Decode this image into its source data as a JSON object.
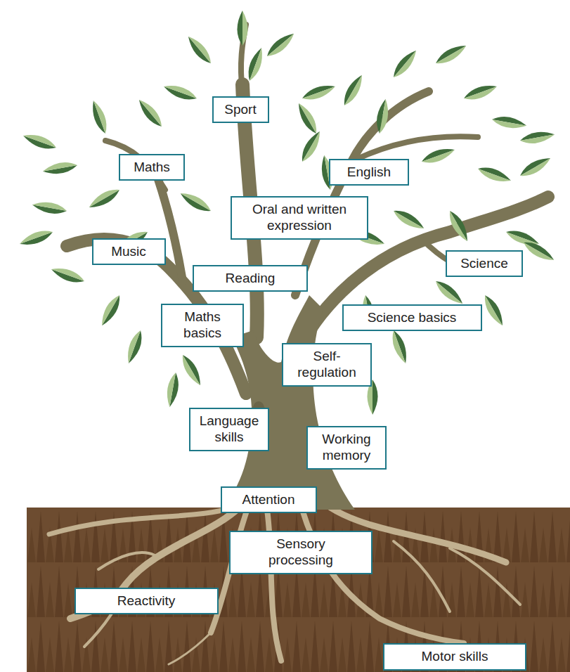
{
  "diagram": {
    "nodes": [
      {
        "text": [
          "Sport"
        ]
      },
      {
        "text": [
          "Maths"
        ]
      },
      {
        "text": [
          "English"
        ]
      },
      {
        "text": [
          "Oral and written expression"
        ]
      },
      {
        "text": [
          "Music"
        ]
      },
      {
        "text": [
          "Science"
        ]
      },
      {
        "text": [
          "Reading"
        ]
      },
      {
        "text": [
          "Maths basics"
        ]
      },
      {
        "text": [
          "Science basics"
        ]
      },
      {
        "text": [
          "Self-regulation"
        ]
      },
      {
        "text": [
          "Language skills"
        ]
      },
      {
        "text": [
          "Working memory"
        ]
      },
      {
        "text": [
          "Attention"
        ]
      },
      {
        "text": [
          "Sensory processing"
        ]
      },
      {
        "text": [
          "Reactivity"
        ]
      },
      {
        "text": [
          "Motor skills"
        ]
      }
    ]
  }
}
